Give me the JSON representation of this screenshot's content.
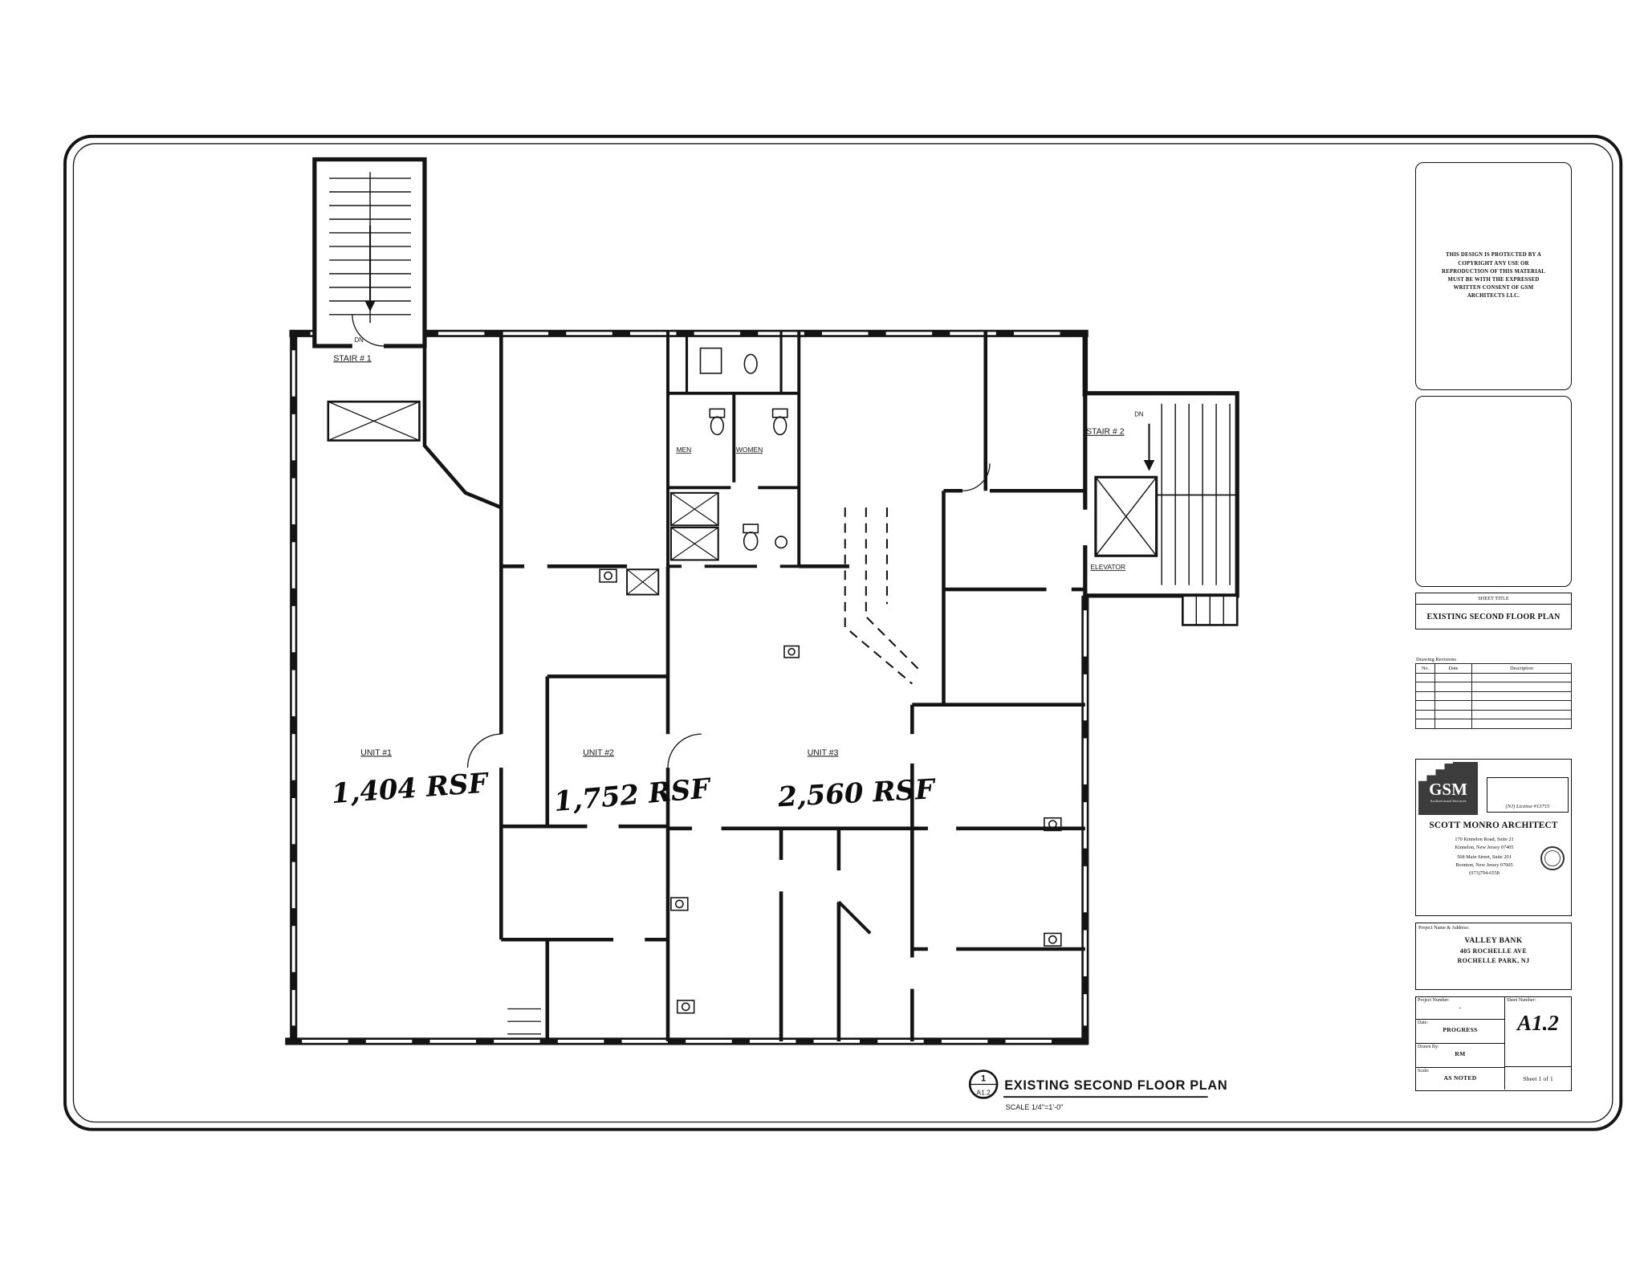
{
  "page": {
    "paper_color": "#ffffff",
    "ink_color": "#141414"
  },
  "plan": {
    "stair1_label": "STAIR # 1",
    "stair1_dn": "DN",
    "stair2_label": "STAIR # 2",
    "stair2_dn": "DN",
    "elevator_label": "ELEVATOR",
    "men_label": "MEN",
    "women_label": "WOMEN",
    "unit1_label": "UNIT #1",
    "unit1_area": "1,404 RSF",
    "unit2_label": "UNIT #2",
    "unit2_area": "1,752 RSF",
    "unit3_label": "UNIT #3",
    "unit3_area": "2,560 RSF",
    "caption": {
      "detail_number": "1",
      "detail_sheet": "A1.2",
      "title": "EXISTING SECOND FLOOR PLAN",
      "scale": "SCALE 1/4\"=1'-0\""
    }
  },
  "titleblock": {
    "copyright": "THIS DESIGN IS PROTECTED BY A COPYRIGHT ANY USE OR REPRODUCTION OF THIS MATERIAL MUST BE WITH THE EXPRESSED WRITTEN CONSENT OF GSM ARCHITECTS LLC.",
    "sheet_title_label": "SHEET TITLE",
    "sheet_title": "EXISTING SECOND FLOOR PLAN",
    "revisions_title": "Drawing Revisions",
    "revisions_columns": {
      "no": "No.",
      "date": "Date",
      "description": "Description"
    },
    "firm": {
      "logo_text": "GSM",
      "logo_subtext": "Architectural Services",
      "license": "(NJ) License #13715",
      "name": "SCOTT MONRO ARCHITECT",
      "office1_line1": "170 Kinnelon Road, Suite 21",
      "office1_line2": "Kinnelon, New Jersey 07405",
      "office2_line1": "568 Main Street, Suite 201",
      "office2_line2": "Boonton, New Jersey 07005",
      "phone": "(973)794-6558"
    },
    "project": {
      "label": "Project Name & Address:",
      "name": "VALLEY BANK",
      "address1": "405 ROCHELLE AVE",
      "address2": "ROCHELLE PARK, NJ"
    },
    "fields": {
      "project_number_label": "Project Number:",
      "project_number": "-",
      "date_label": "Date:",
      "date": "PROGRESS",
      "drawn_by_label": "Drawn By:",
      "drawn_by": "RM",
      "scale_label": "Scale:",
      "scale": "AS NOTED",
      "sheet_number_label": "Sheet Number:",
      "sheet_number": "A1.2",
      "sheet_count": "Sheet 1 of 1"
    }
  }
}
